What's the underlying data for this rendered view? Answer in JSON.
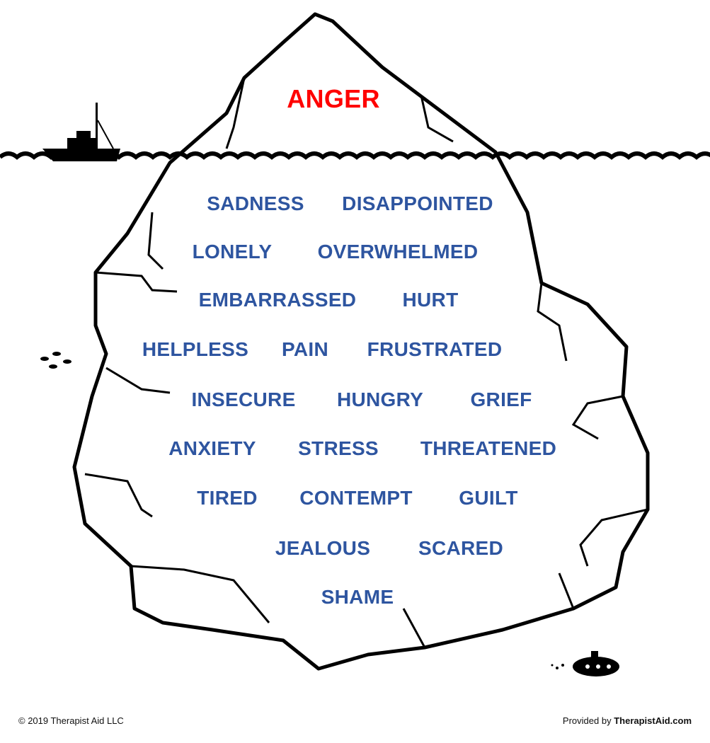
{
  "surface_feeling": "ANGER",
  "hidden_feelings": [
    "SADNESS",
    "DISAPPOINTED",
    "LONELY",
    "OVERWHELMED",
    "EMBARRASSED",
    "HURT",
    "HELPLESS",
    "PAIN",
    "FRUSTRATED",
    "INSECURE",
    "HUNGRY",
    "GRIEF",
    "ANXIETY",
    "STRESS",
    "THREATENED",
    "TIRED",
    "CONTEMPT",
    "GUILT",
    "JEALOUS",
    "SCARED",
    "SHAME"
  ],
  "footer": {
    "copyright": "© 2019 Therapist Aid LLC",
    "provided_by": "Provided by",
    "brand": "TherapistAid.com"
  },
  "colors": {
    "surface": "#ff0000",
    "hidden": "#2e55a0"
  }
}
